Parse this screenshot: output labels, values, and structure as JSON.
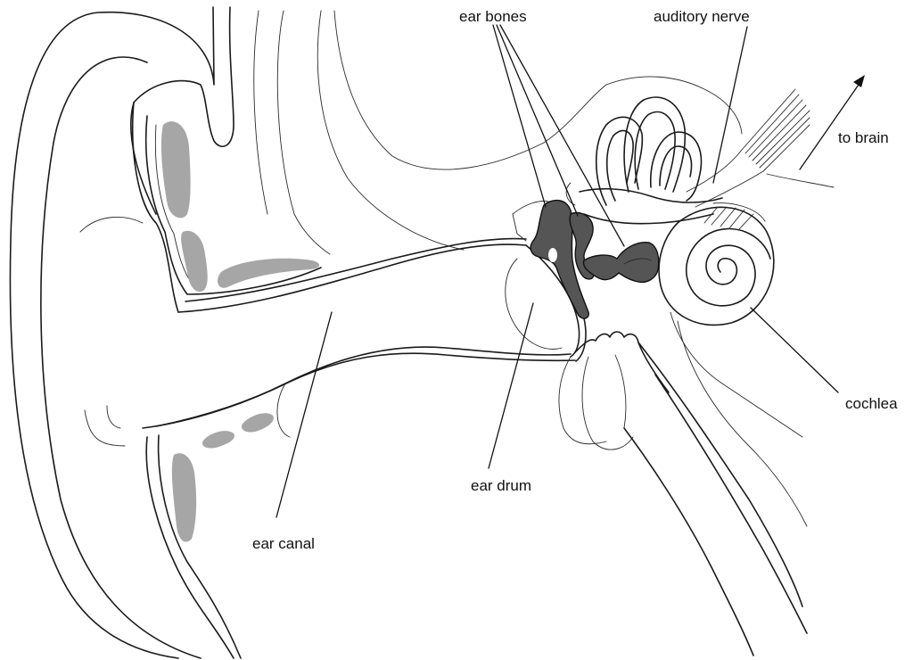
{
  "diagram": {
    "labels": {
      "ear_bones": "ear bones",
      "auditory_nerve": "auditory nerve",
      "to_brain": "to brain",
      "cochlea": "cochlea",
      "ear_drum": "ear drum",
      "ear_canal": "ear canal"
    },
    "colors": {
      "line": "#1a1a1a",
      "cartilage": "#a6a6a6",
      "ossicles": "#555555",
      "background": "#ffffff"
    }
  }
}
